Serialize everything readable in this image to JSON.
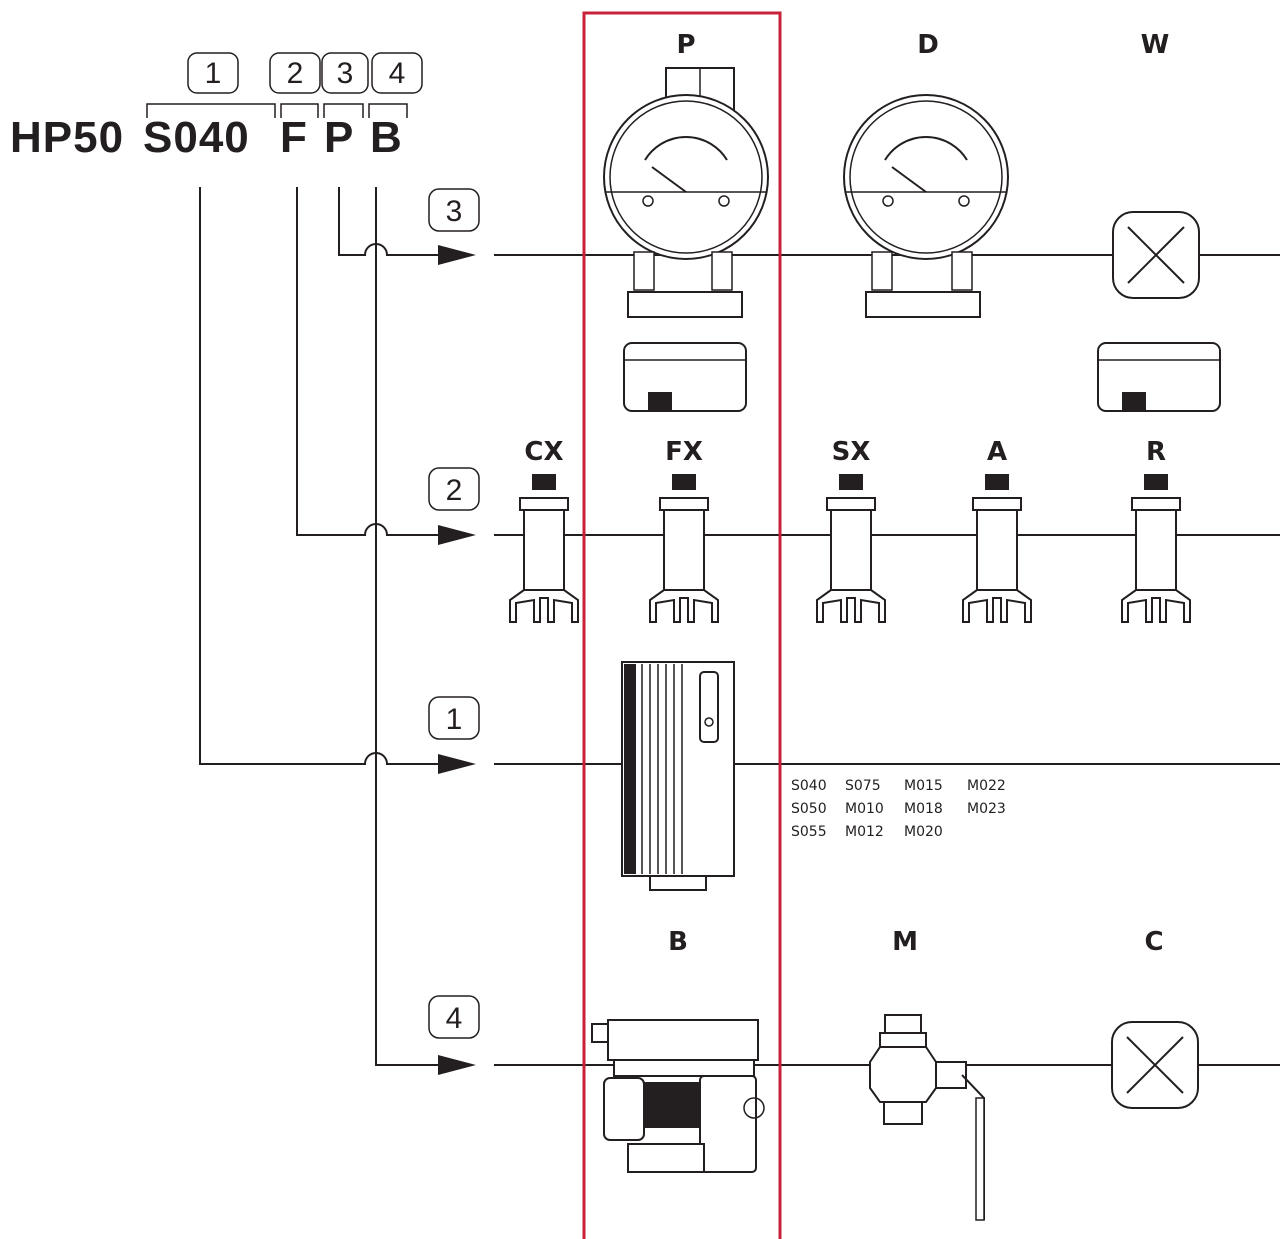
{
  "code": {
    "prefix": "HP50",
    "segments": [
      "S040",
      "F",
      "P",
      "B"
    ],
    "markers": [
      "1",
      "2",
      "3",
      "4"
    ]
  },
  "highlight_color": "#c8213a",
  "ink_color": "#231f20",
  "rows": [
    {
      "marker": "3",
      "options": [
        "P",
        "D",
        "W"
      ]
    },
    {
      "marker": "2",
      "options": [
        "CX",
        "FX",
        "SX",
        "A",
        "R"
      ]
    },
    {
      "marker": "1",
      "models": [
        [
          "S040",
          "S075",
          "M015",
          "M022"
        ],
        [
          "S050",
          "M010",
          "M018",
          "M023"
        ],
        [
          "S055",
          "M012",
          "M020"
        ]
      ]
    },
    {
      "marker": "4",
      "options": [
        "B",
        "M",
        "C"
      ]
    }
  ]
}
